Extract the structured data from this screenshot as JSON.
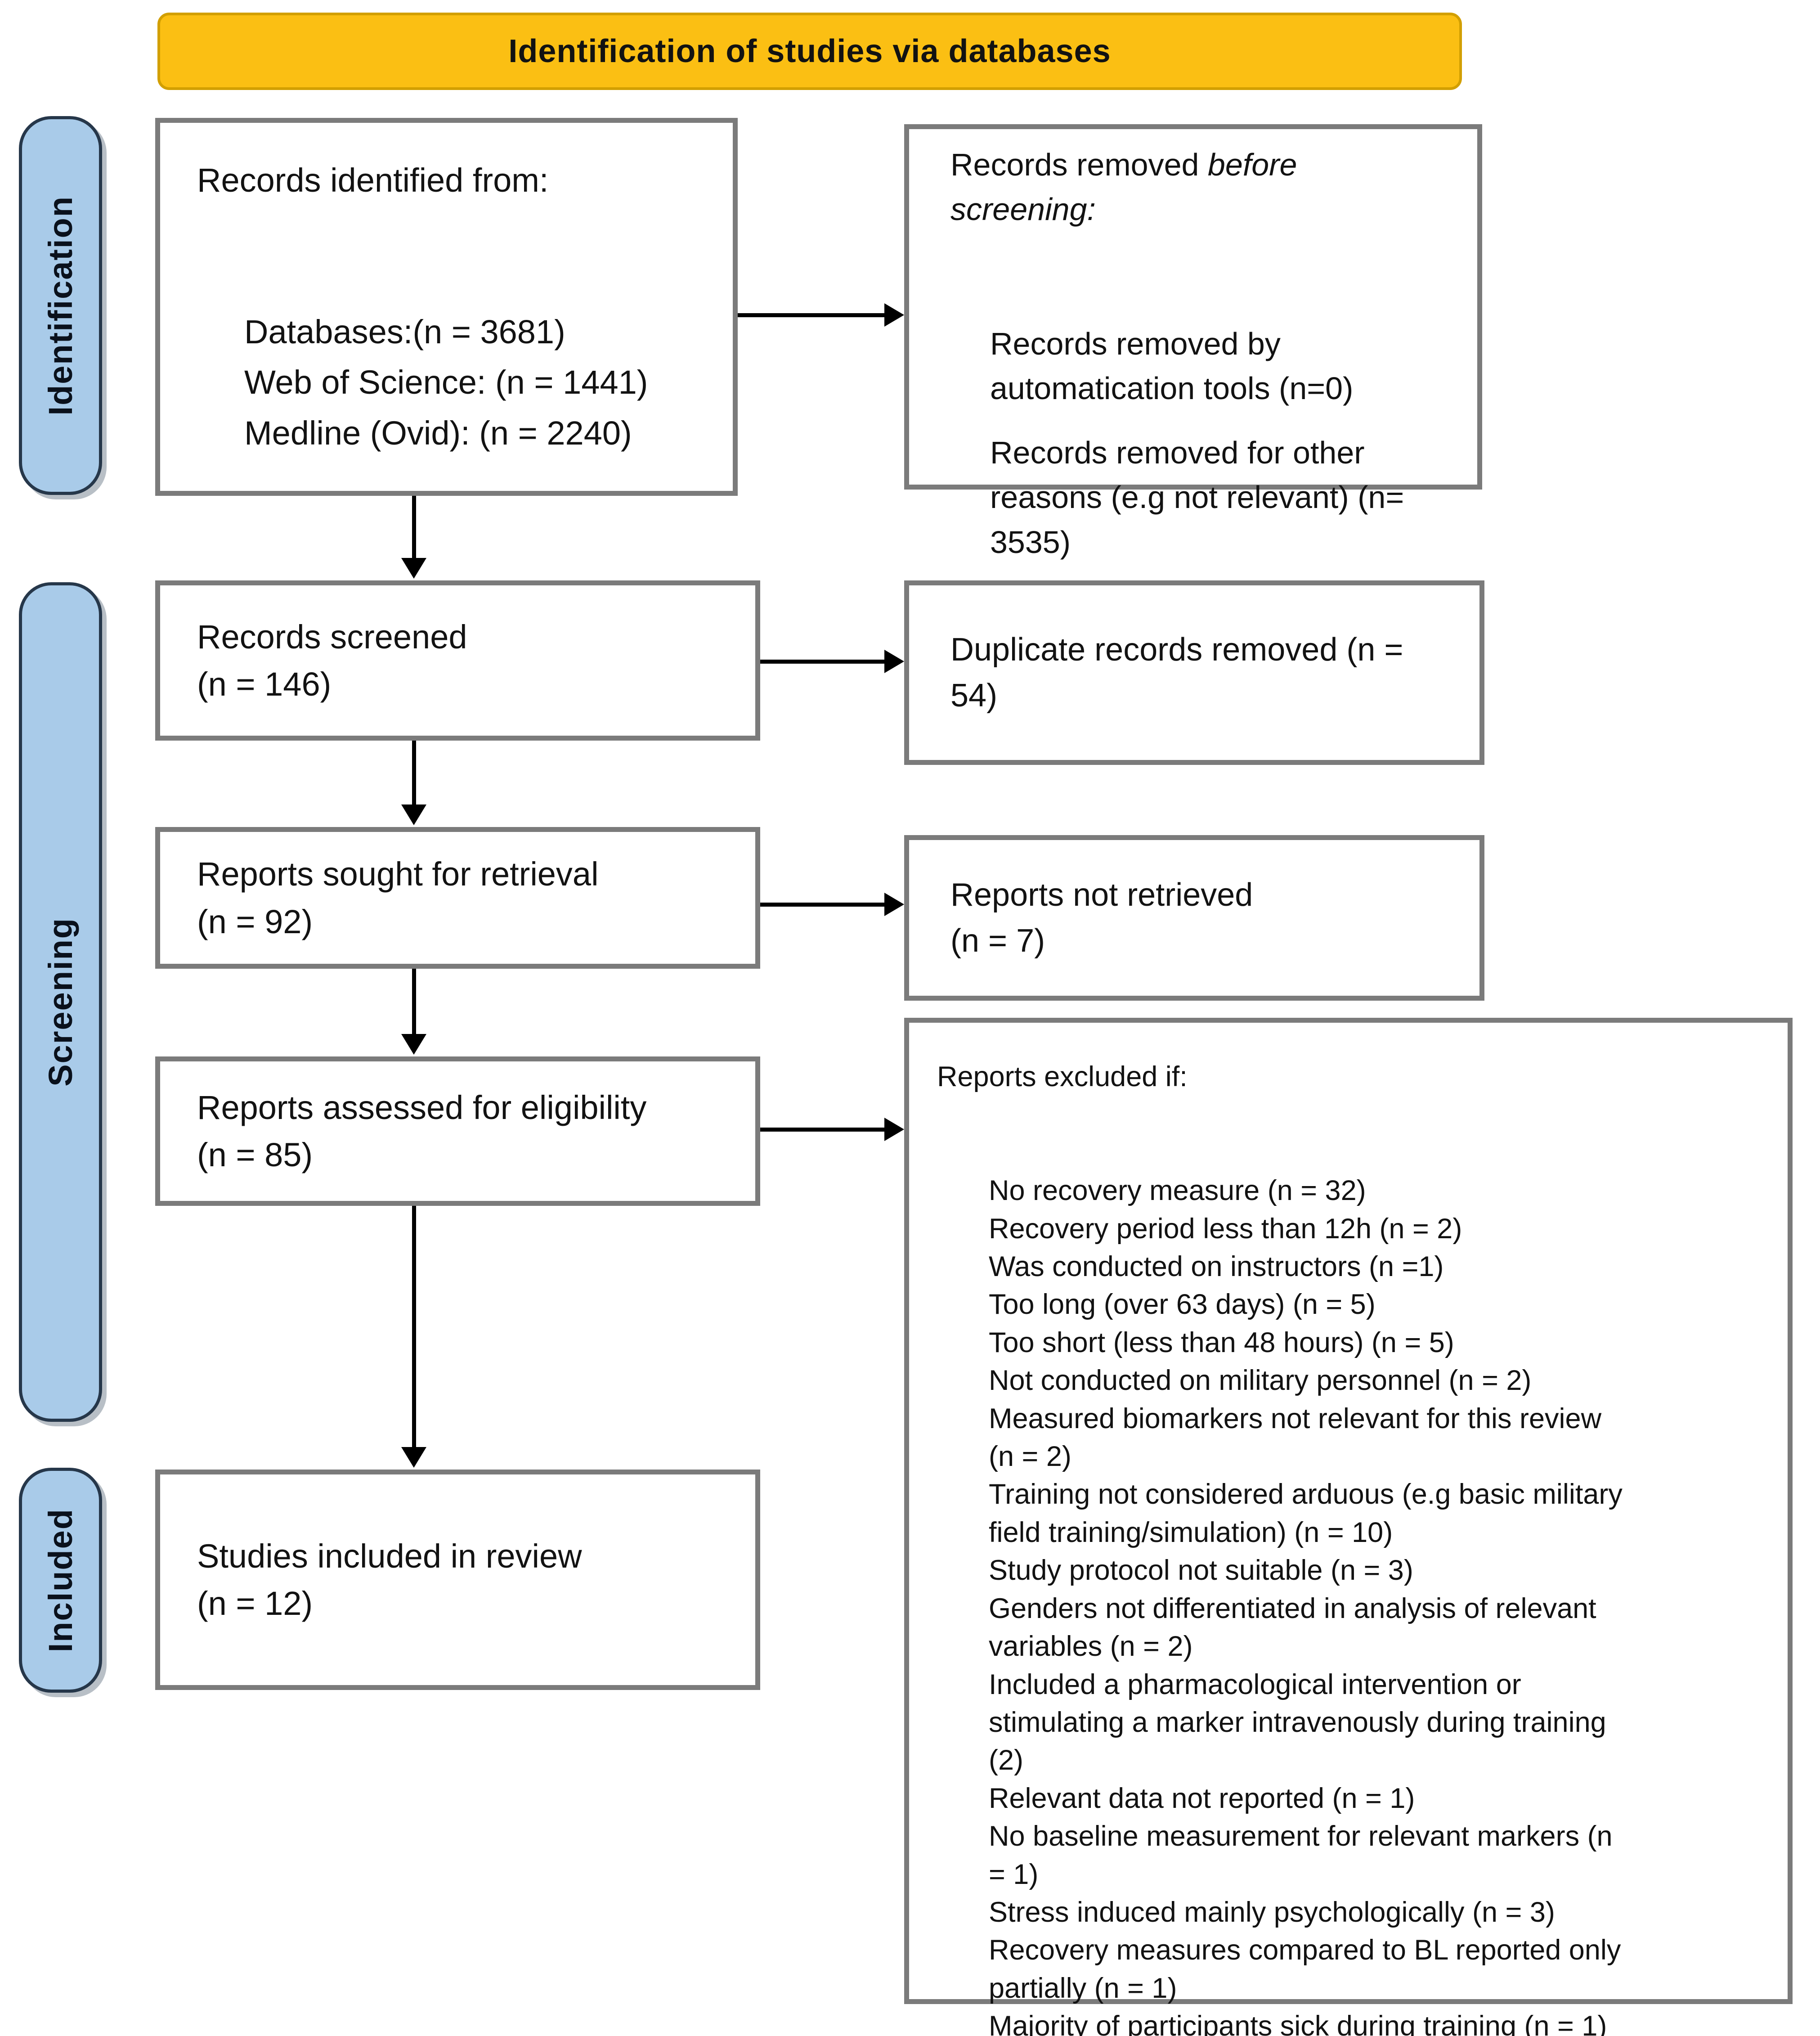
{
  "banner": {
    "title": "Identification of studies via databases"
  },
  "sidebar": {
    "identification": "Identification",
    "screening": "Screening",
    "included": "Included"
  },
  "colors": {
    "banner_fill": "#FBBF13",
    "pill_fill": "#A9CBE9",
    "box_border": "#7B7B7B",
    "arrow": "#000000"
  },
  "boxes": {
    "records_identified": {
      "intro": "Records identified from:",
      "items": [
        "Databases:(n = 3681)",
        "Web of Science: (n = 1441)",
        "Medline (Ovid): (n = 2240)"
      ]
    },
    "records_removed": {
      "intro_normal": "Records removed ",
      "intro_italic": "before\nscreening:",
      "items": [
        "Records removed by\nautomatication tools (n=0)",
        "Records removed for other\nreasons (e.g not relevant) (n=\n3535)"
      ]
    },
    "records_screened": {
      "text": "Records screened\n(n = 146)"
    },
    "duplicates_removed": {
      "text": "Duplicate records removed (n =\n54)"
    },
    "reports_sought": {
      "text": "Reports sought for retrieval\n(n = 92)"
    },
    "reports_not_retrieved": {
      "text": "Reports not retrieved\n(n = 7)"
    },
    "reports_assessed": {
      "text": "Reports assessed for eligibility\n(n = 85)"
    },
    "reports_excluded": {
      "intro": "Reports excluded if:",
      "items": [
        "No recovery measure (n = 32)",
        "Recovery period less than 12h (n = 2)",
        "Was conducted on instructors (n =1)",
        "Too long (over 63 days) (n = 5)",
        "Too short (less than 48 hours) (n = 5)",
        "Not conducted on military personnel (n = 2)",
        "Measured biomarkers not relevant for this review\n(n = 2)",
        "Training not considered arduous (e.g basic military\nfield training/simulation) (n = 10)",
        "Study protocol not suitable (n = 3)",
        "Genders not differentiated in analysis of relevant\nvariables (n = 2)",
        "Included a pharmacological intervention or\nstimulating a marker intravenously during training\n(2)",
        "Relevant data not reported (n = 1)",
        "No baseline measurement for relevant markers (n\n= 1)",
        "Stress induced mainly psychologically (n = 3)",
        "Recovery measures compared to BL reported only\npartially (n = 1)",
        "Majority of participants sick during training (n = 1)"
      ]
    },
    "studies_included": {
      "text": "Studies included in review\n(n = 12)"
    }
  }
}
